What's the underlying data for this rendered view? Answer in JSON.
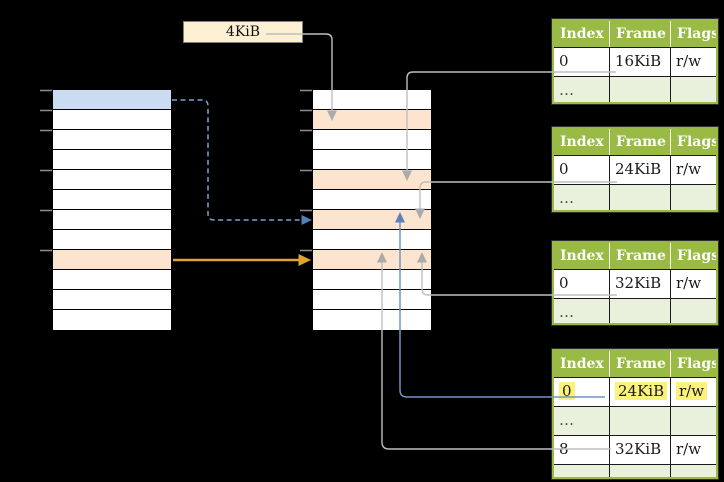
{
  "diagram": {
    "page_size_label": "4KiB",
    "left_table": {
      "row_count": 12,
      "blue_row_index": 0,
      "orange_row_index": 8
    },
    "middle_table": {
      "row_count": 12,
      "orange_row_indices": [
        1,
        4,
        6,
        8
      ]
    },
    "right_tables": [
      {
        "headers": [
          "Index",
          "Frame",
          "Flags"
        ],
        "rows": [
          [
            "0",
            "16KiB",
            "r/w"
          ],
          [
            "…",
            "",
            ""
          ]
        ]
      },
      {
        "headers": [
          "Index",
          "Frame",
          "Flags"
        ],
        "rows": [
          [
            "0",
            "24KiB",
            "r/w"
          ],
          [
            "…",
            "",
            ""
          ]
        ]
      },
      {
        "headers": [
          "Index",
          "Frame",
          "Flags"
        ],
        "rows": [
          [
            "0",
            "32KiB",
            "r/w"
          ],
          [
            "…",
            "",
            ""
          ]
        ]
      },
      {
        "headers": [
          "Index",
          "Frame",
          "Flags"
        ],
        "rows": [
          [
            "0",
            "24KiB",
            "r/w"
          ],
          [
            "…",
            "",
            ""
          ],
          [
            "8",
            "32KiB",
            "r/w"
          ],
          [
            "…",
            "",
            ""
          ]
        ],
        "highlighted_row_index": 0
      }
    ],
    "colors": {
      "table_header_green": "#99BA44",
      "table_row_light_green": "#E9F0DC",
      "row_highlight_orange": "#FCE4CE",
      "row_highlight_blue": "#C9DCF2",
      "size_label_cream": "#FDEFD2",
      "cell_highlight_yellow": "#FAF27B",
      "connector_gray": "#BFBFBF",
      "connector_blue": "#7193C6",
      "connector_blue_dashed": "#76A2D4",
      "connector_orange": "#DFA32F"
    }
  }
}
